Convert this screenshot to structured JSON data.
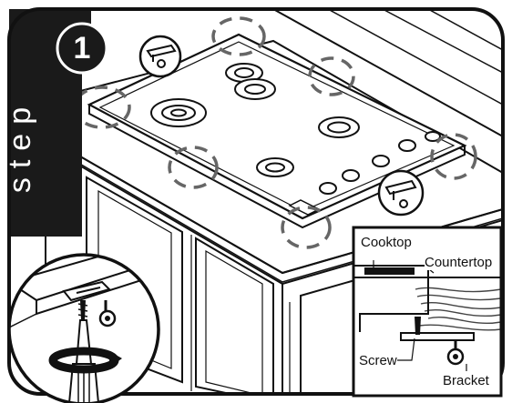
{
  "step": {
    "word": "step",
    "number": "1"
  },
  "inset_labels": {
    "cooktop": "Cooktop",
    "countertop": "Countertop",
    "screw": "Screw",
    "bracket": "Bracket"
  },
  "colors": {
    "ink": "#111111",
    "banner": "#1a1a1a",
    "surface": "#ffffff",
    "wood_lines": "#444444"
  },
  "icons": [
    "bracket-icon",
    "screwdriver-icon",
    "screw-icon",
    "rotation-arrow-icon"
  ]
}
